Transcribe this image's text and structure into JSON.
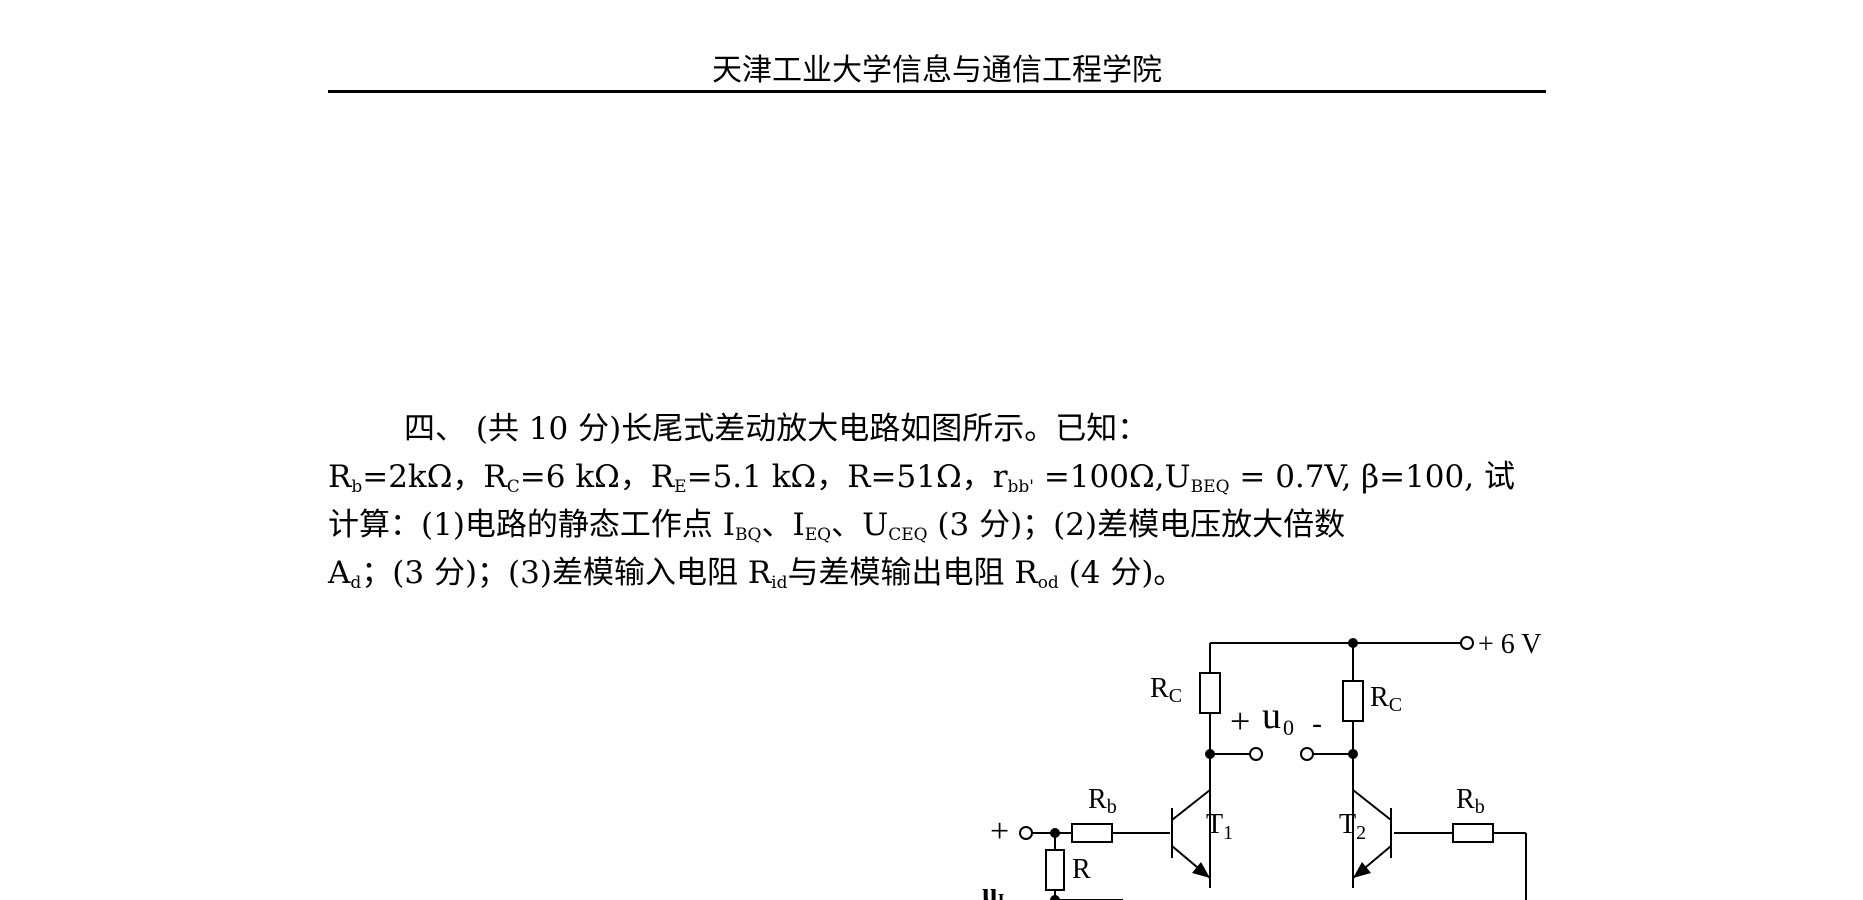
{
  "header": {
    "title": "天津工业大学信息与通信工程学院"
  },
  "problem": {
    "line1": {
      "number": "四、",
      "points": "(共 10 分)",
      "text": "长尾式差动放大电路如图所示。已知："
    },
    "line2": {
      "rb_main": "R",
      "rb_sub": "b",
      "rb_val": "=2kΩ，",
      "rc_main": "R",
      "rc_sub": "C",
      "rc_val": "=6 kΩ，",
      "re_main": "R",
      "re_sub": "E",
      "re_val": "=5.1 kΩ，",
      "r_val": "R=51Ω，",
      "rbb_main": "r",
      "rbb_sub": "bb'",
      "rbb_val": " =100Ω,",
      "ube_main": "U",
      "ube_sub": "BEQ",
      "ube_val": " = 0.7V, β=100, 试"
    },
    "line3": {
      "pre": "计算：(1)电路的静态工作点 ",
      "ibq_main": "I",
      "ibq_sub": "BQ",
      "sep1": "、",
      "ieq_main": "I",
      "ieq_sub": "EQ",
      "sep2": "、",
      "uceq_main": "U",
      "uceq_sub": "CEQ",
      "post": " (3 分)；(2)差模电压放大倍数"
    },
    "line4": {
      "ad_main": "A",
      "ad_sub": "d",
      "mid": "；(3 分)；(3)差模输入电阻 ",
      "rid_main": "R",
      "rid_sub": "id",
      "mid2": "与差模输出电阻 ",
      "rod_main": "R",
      "rod_sub": "od",
      "post": " (4 分)。"
    }
  },
  "circuit": {
    "supply": "+ 6 V",
    "rc_left": "R",
    "rc_left_sub": "C",
    "rc_right": "R",
    "rc_right_sub": "C",
    "out_plus": "+",
    "out_u": "u",
    "out_sub": "0",
    "out_minus": "-",
    "rb_left": "R",
    "rb_left_sub": "b",
    "rb_right": "R",
    "rb_right_sub": "b",
    "t1": "T",
    "t1_sub": "1",
    "t2": "T",
    "t2_sub": "2",
    "in_plus": "+",
    "r_label": "R",
    "in_u": "u",
    "in_u_sub": "I"
  }
}
